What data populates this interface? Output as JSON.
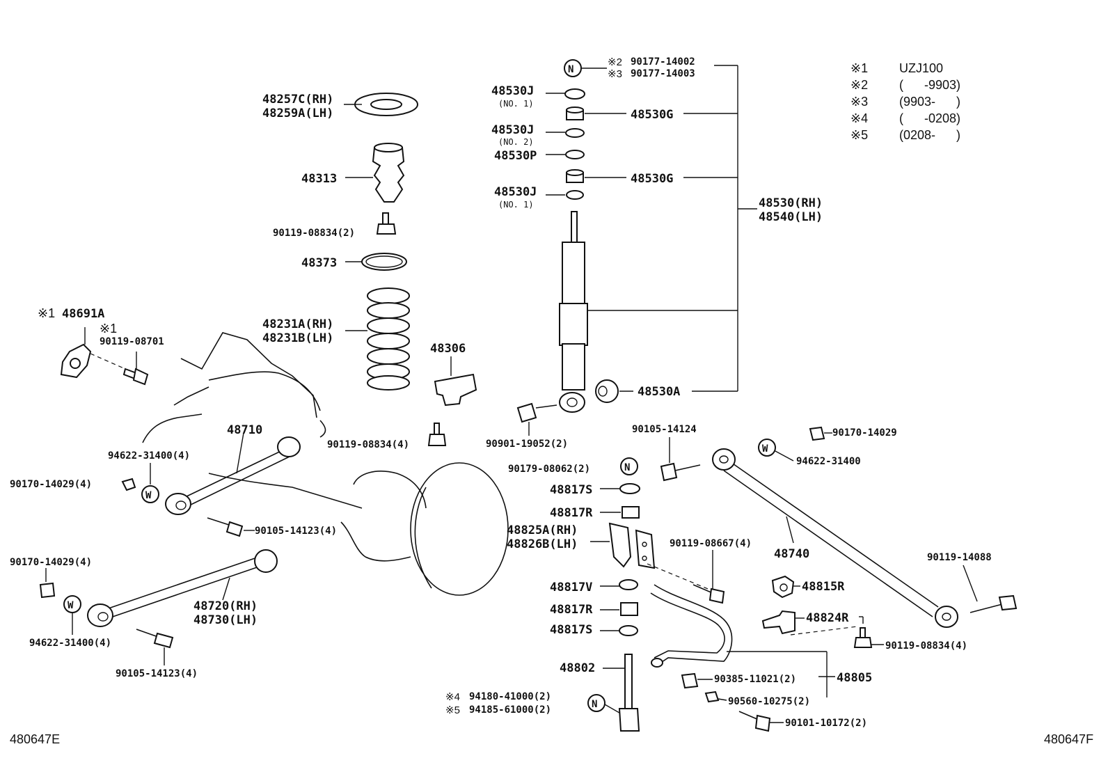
{
  "labels": {
    "p48257C": "48257C(RH)",
    "p48259A": "48259A(LH)",
    "p48313": "48313",
    "p90119_08834_2": "90119-08834(2)",
    "p48373": "48373",
    "p48231A": "48231A(RH)",
    "p48231B": "48231B(LH)",
    "p48306": "48306",
    "p90119_08834_4a": "90119-08834(4)",
    "p48691A": "48691A",
    "p90119_08701": "90119-08701",
    "p48710": "48710",
    "p94622_31400_4a": "94622-31400(4)",
    "p90170_14029_4a": "90170-14029(4)",
    "p90105_14123_4a": "90105-14123(4)",
    "p90170_14029_4b": "90170-14029(4)",
    "p48720": "48720(RH)",
    "p48730": "48730(LH)",
    "p94622_31400_4b": "94622-31400(4)",
    "p90105_14123_4b": "90105-14123(4)",
    "p90177_14002": "90177-14002",
    "p90177_14003": "90177-14003",
    "p48530J_1a": "48530J",
    "no1a": "(NO. 1)",
    "p48530G_a": "48530G",
    "p48530J_2": "48530J",
    "no2": "(NO. 2)",
    "p48530P": "48530P",
    "p48530G_b": "48530G",
    "p48530J_1b": "48530J",
    "no1b": "(NO. 1)",
    "p48530": "48530(RH)",
    "p48540": "48540(LH)",
    "p48530A": "48530A",
    "p90901_19052": "90901-19052(2)",
    "p90105_14124": "90105-14124",
    "p90179_08062": "90179-08062(2)",
    "p48817S_a": "48817S",
    "p48817R_a": "48817R",
    "p48825A": "48825A(RH)",
    "p48826B": "48826B(LH)",
    "p48817V": "48817V",
    "p48817R_b": "48817R",
    "p48817S_b": "48817S",
    "p48802": "48802",
    "p94180_41000": "94180-41000(2)",
    "p94185_61000": "94185-61000(2)",
    "p90119_08667": "90119-08667(4)",
    "p48740": "48740",
    "p90170_14029": "90170-14029",
    "p94622_31400": "94622-31400",
    "p90119_14088": "90119-14088",
    "p48815R": "48815R",
    "p48824R": "48824R",
    "p90119_08834_4b": "90119-08834(4)",
    "p48805": "48805",
    "p90385_11021": "90385-11021(2)",
    "p90560_10275": "90560-10275(2)",
    "p90101_10172": "90101-10172(2)",
    "m1": "※1",
    "m2": "※2",
    "m3": "※3",
    "m4": "※4",
    "m5": "※5",
    "circleN": "N",
    "circleW": "W"
  },
  "legend": [
    {
      "mark": "※1",
      "text": "UZJ100"
    },
    {
      "mark": "※2",
      "text": "(      -9903)"
    },
    {
      "mark": "※3",
      "text": "(9903-      )"
    },
    {
      "mark": "※4",
      "text": "(      -0208)"
    },
    {
      "mark": "※5",
      "text": "(0208-      )"
    }
  ],
  "footer": {
    "left_code": "480647E",
    "right_code": "480647F"
  }
}
